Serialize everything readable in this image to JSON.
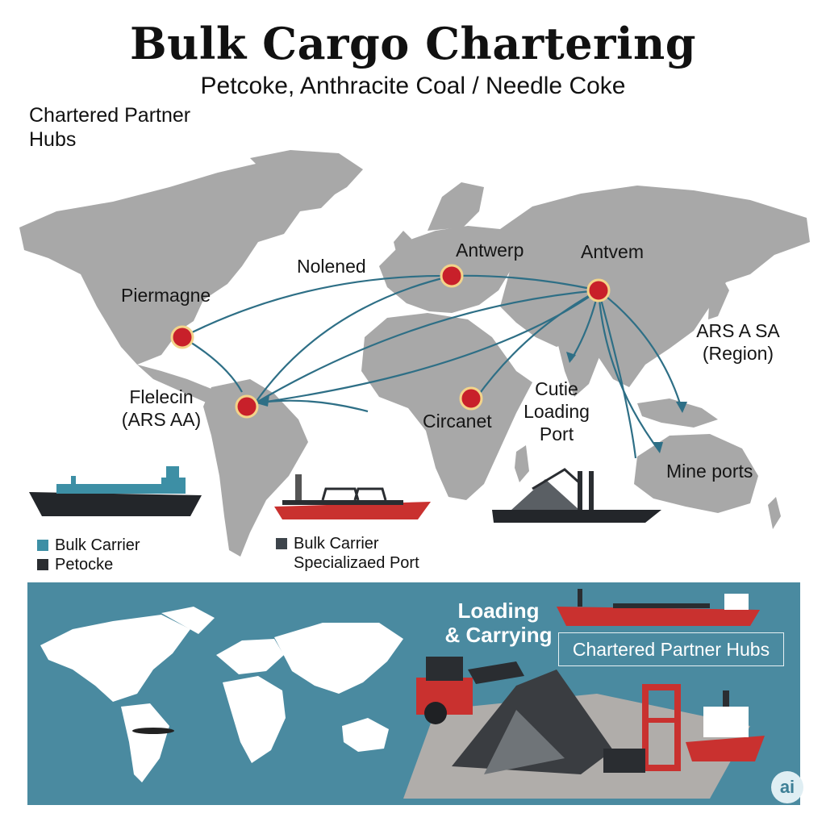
{
  "title": "Bulk Cargo Chartering",
  "subtitle": "Petcoke, Anthracite Coal / Needle Coke",
  "section_label": "Chartered Partner Hubs",
  "colors": {
    "land": "#a8a8a8",
    "route": "#2e6f86",
    "hub": "#c8202a",
    "hub_ring": "#f3d48a",
    "panel": "#4a8aa0",
    "ship_red": "#c9312f",
    "ship_dark": "#2a2d31",
    "ship_teal": "#3d8fa5"
  },
  "hubs": [
    {
      "name": "Antwerp",
      "label": "Antwerp"
    },
    {
      "name": "Antvem",
      "label": "Antvem"
    },
    {
      "name": "Piermagne",
      "label": "Piermagne"
    },
    {
      "name": "Flelecin",
      "label": "Flelecin",
      "sublabel": "(ARS AA)"
    },
    {
      "name": "Circanet",
      "label": "Circanet"
    }
  ],
  "labels": {
    "nolened": "Nolened",
    "ars_a_sa": "ARS A SA",
    "region": "(Region)",
    "cutie_loading_port": "Cutie\nLoading\nPort",
    "mine_ports": "Mine ports"
  },
  "legend_left": [
    {
      "label": "Bulk Carrier",
      "color": "#3d8fa5"
    },
    {
      "label": "Petocke",
      "color": "#2a2d31"
    }
  ],
  "legend_mid": {
    "label": "Bulk Carrier",
    "label2": "Specializaed Port",
    "color": "#3d444b"
  },
  "panel": {
    "heading": "Loading\n& Carrying",
    "hub_box": "Chartered Partner Hubs",
    "badge": "ai"
  }
}
